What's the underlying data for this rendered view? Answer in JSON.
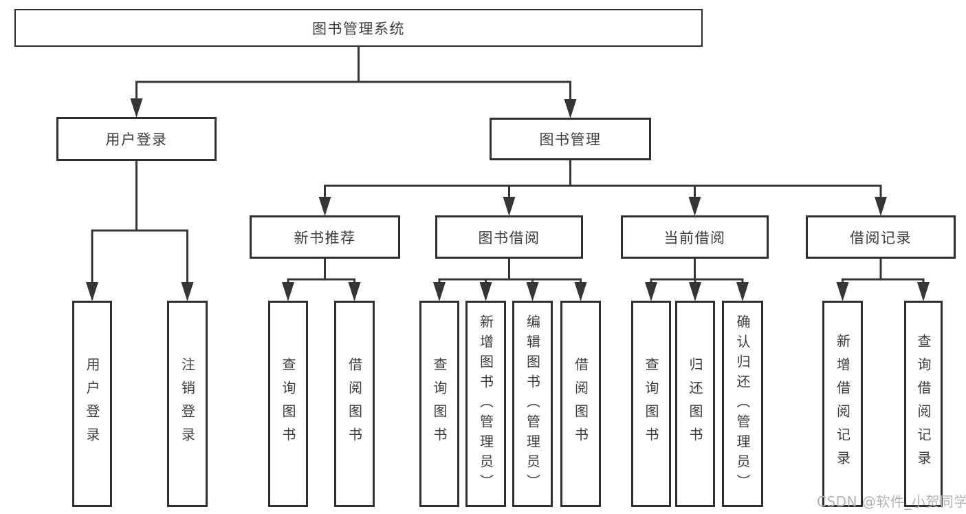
{
  "diagram": {
    "title": "图书管理系统",
    "nodes": [
      {
        "id": "system",
        "label": "图书管理系统",
        "parent": null
      },
      {
        "id": "user-login-group",
        "label": "用户登录",
        "parent": "system"
      },
      {
        "id": "book-mgmt",
        "label": "图书管理",
        "parent": "system"
      },
      {
        "id": "user-login",
        "label": "用户登录",
        "parent": "user-login-group"
      },
      {
        "id": "logout",
        "label": "注销登录",
        "parent": "user-login-group"
      },
      {
        "id": "new-book-rec",
        "label": "新书推荐",
        "parent": "book-mgmt"
      },
      {
        "id": "book-borrow",
        "label": "图书借阅",
        "parent": "book-mgmt"
      },
      {
        "id": "current-borrow",
        "label": "当前借阅",
        "parent": "book-mgmt"
      },
      {
        "id": "borrow-records",
        "label": "借阅记录",
        "parent": "book-mgmt"
      },
      {
        "id": "nbr-query",
        "label": "查询图书",
        "parent": "new-book-rec"
      },
      {
        "id": "nbr-borrow",
        "label": "借阅图书",
        "parent": "new-book-rec"
      },
      {
        "id": "bb-query",
        "label": "查询图书",
        "parent": "book-borrow"
      },
      {
        "id": "bb-add",
        "label": "新增图书（管理员）",
        "parent": "book-borrow"
      },
      {
        "id": "bb-edit",
        "label": "编辑图书（管理员）",
        "parent": "book-borrow"
      },
      {
        "id": "bb-borrow",
        "label": "借阅图书",
        "parent": "book-borrow"
      },
      {
        "id": "cb-query",
        "label": "查询图书",
        "parent": "current-borrow"
      },
      {
        "id": "cb-return",
        "label": "归还图书",
        "parent": "current-borrow"
      },
      {
        "id": "cb-confirm",
        "label": "确认归还（管理员）",
        "parent": "current-borrow"
      },
      {
        "id": "br-add",
        "label": "新增借阅记录",
        "parent": "borrow-records"
      },
      {
        "id": "br-query",
        "label": "查询借阅记录",
        "parent": "borrow-records"
      }
    ]
  },
  "watermark": {
    "text": "CSDN @软件_小贺同学"
  },
  "colors": {
    "background": "#ffffff",
    "box_border": "#2f2f2f",
    "connector": "#353535",
    "text": "#3d3d3d",
    "watermark": "#b3b3b3"
  }
}
